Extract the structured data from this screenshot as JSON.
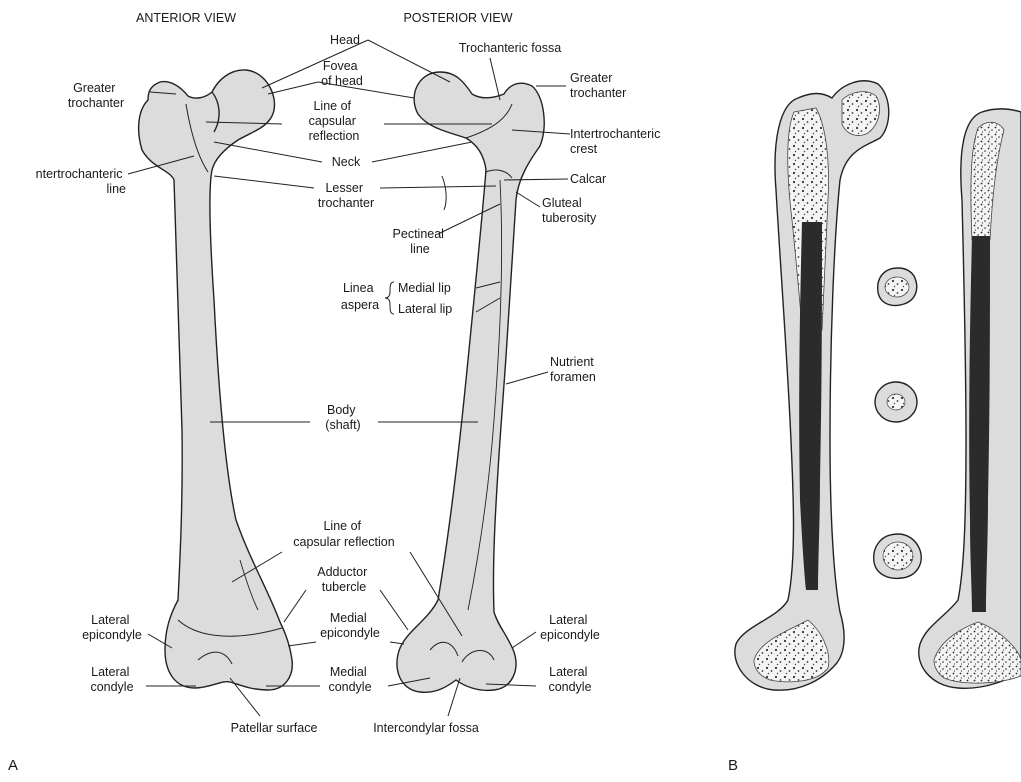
{
  "view_titles": {
    "anterior": "ANTERIOR VIEW",
    "posterior": "POSTERIOR VIEW"
  },
  "panel_labels": {
    "a": "A",
    "b": "B"
  },
  "labels": {
    "head": "Head",
    "fovea": [
      "Fovea",
      "of head"
    ],
    "line_capsular_top": [
      "Line of",
      "capsular",
      "reflection"
    ],
    "neck": "Neck",
    "lesser_trochanter": [
      "Lesser",
      "trochanter"
    ],
    "greater_trochanter_left": [
      "Greater",
      "trochanter"
    ],
    "intertrochanteric_line": [
      "ntertrochanteric",
      "line"
    ],
    "trochanteric_fossa": "Trochanteric fossa",
    "greater_trochanter_right": [
      "Greater",
      "trochanter"
    ],
    "intertrochanteric_crest": [
      "Intertrochanteric",
      "crest"
    ],
    "calcar": "Calcar",
    "gluteal_tuberosity": [
      "Gluteal",
      "tuberosity"
    ],
    "pectineal_line": [
      "Pectineal",
      "line"
    ],
    "linea_aspera": [
      "Linea",
      "aspera"
    ],
    "medial_lip": "Medial lip",
    "lateral_lip": "Lateral lip",
    "nutrient_foramen": [
      "Nutrient",
      "foramen"
    ],
    "body": [
      "Body",
      "(shaft)"
    ],
    "line_capsular_bottom": [
      "Line of",
      "capsular reflection"
    ],
    "adductor_tubercle": [
      "Adductor",
      "tubercle"
    ],
    "medial_epicondyle": [
      "Medial",
      "epicondyle"
    ],
    "lateral_epicondyle_left": [
      "Lateral",
      "epicondyle"
    ],
    "lateral_condyle_left": [
      "Lateral",
      "condyle"
    ],
    "medial_condyle": [
      "Medial",
      "condyle"
    ],
    "lateral_epicondyle_right": [
      "Lateral",
      "epicondyle"
    ],
    "lateral_condyle_right": [
      "Lateral",
      "condyle"
    ],
    "patellar_surface": "Patellar surface",
    "intercondylar_fossa": "Intercondylar fossa"
  },
  "colors": {
    "bone_fill": "#dcdcdc",
    "outline": "#222222",
    "marrow": "#2b2b2b",
    "background": "#ffffff"
  }
}
